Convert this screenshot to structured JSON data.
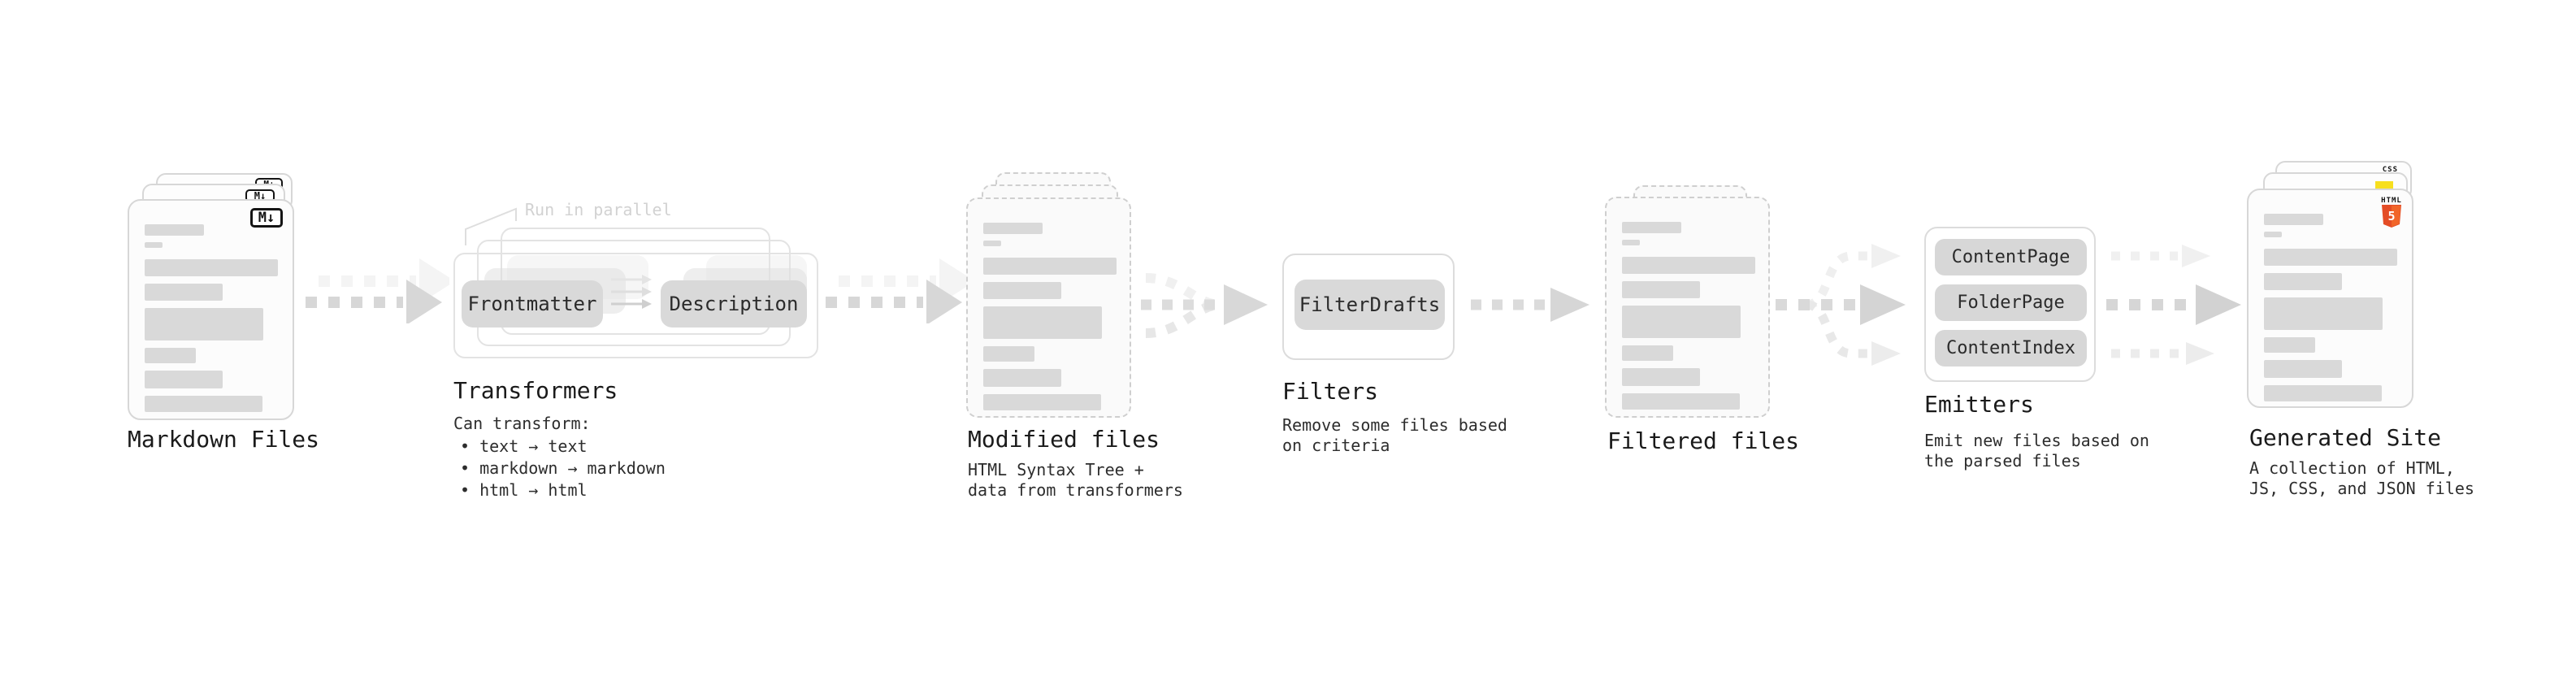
{
  "diagram": {
    "markdown_files": {
      "label": "Markdown Files",
      "badge": "M↓"
    },
    "transformers": {
      "heading": "Transformers",
      "parallel_note": "Run in parallel",
      "pill_from": "Frontmatter",
      "pill_to": "Description",
      "intro": "Can transform:",
      "items": [
        "• text → text",
        "• markdown → markdown",
        "• html → html"
      ]
    },
    "modified_files": {
      "label": "Modified files",
      "desc_line1": "HTML Syntax Tree +",
      "desc_line2": "data from transformers"
    },
    "filters": {
      "heading": "Filters",
      "pill": "FilterDrafts",
      "desc_line1": "Remove some files based",
      "desc_line2": "on criteria"
    },
    "filtered_files": {
      "label": "Filtered files"
    },
    "emitters": {
      "heading": "Emitters",
      "pills": [
        "ContentPage",
        "FolderPage",
        "ContentIndex"
      ],
      "desc_line1": "Emit new files based on",
      "desc_line2": "the parsed files"
    },
    "generated_site": {
      "label": "Generated Site",
      "desc_line1": "A collection of HTML,",
      "desc_line2": "JS, CSS, and JSON files",
      "badge_css": "CSS",
      "badge_html": "HTML",
      "badge_html5": "5"
    },
    "colors": {
      "js_yellow": "#f7df1e",
      "css_blue": "#2767f1",
      "html5_orange": "#e44d26",
      "html5_orange_light": "#f16529"
    }
  }
}
